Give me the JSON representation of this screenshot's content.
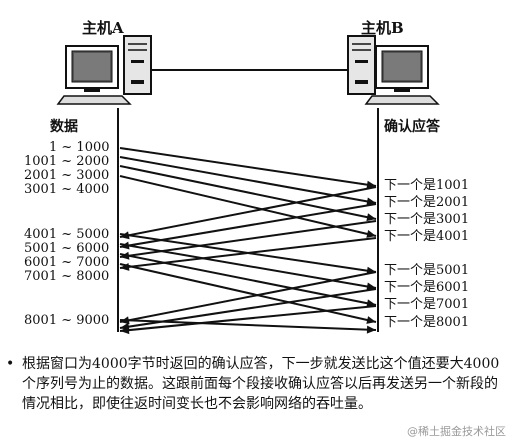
{
  "host_a": "主机A",
  "host_b": "主机B",
  "data_heading": "数据",
  "ack_heading": "确认应答",
  "segments": [
    "1 ~ 1000",
    "1001 ~ 2000",
    "2001 ~ 3000",
    "3001 ~ 4000",
    "4001 ~ 5000",
    "5001 ~ 6000",
    "6001 ~ 7000",
    "7001 ~ 8000",
    "8001 ~ 9000"
  ],
  "acks": [
    "下一个是1001",
    "下一个是2001",
    "下一个是3001",
    "下一个是4001",
    "下一个是5001",
    "下一个是6001",
    "下一个是7001",
    "下一个是8001"
  ],
  "caption_bullet": "•",
  "caption": "根据窗口为4000字节时返回的确认应答，下一步就发送比这个值还要大4000个序列号为止的数据。这跟前面每个段接收确认应答以后再发送另一个新段的情况相比，即使往返时间变长也不会影响网络的吞吐量。",
  "watermark": "@稀土掘金技术社区"
}
